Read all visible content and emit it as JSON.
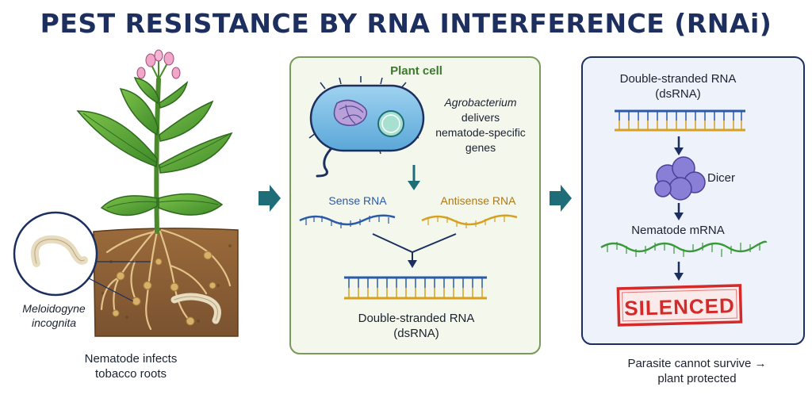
{
  "title": "PEST RESISTANCE BY RNA INTERFERENCE (RNAi)",
  "colors": {
    "title": "#1c2f5e",
    "panel_green_bg": "#f3f7ec",
    "panel_green_border": "#7a9a5a",
    "panel_blue_bg": "#eef2fb",
    "panel_blue_border": "#1c2f5e",
    "arrow_teal": "#1f6d78",
    "sense_strand": "#2a5aa8",
    "antisense_strand": "#d6a020",
    "dicer": "#8a7fd6",
    "mrna": "#3a9a3a",
    "silenced_red": "#d42a2a"
  },
  "panel1": {
    "organism_name_line1": "Meloidogyne",
    "organism_name_line2": "incognita",
    "caption_line1": "Nematode infects",
    "caption_line2": "tobacco roots",
    "icons": [
      "tobacco-plant-icon",
      "nematode-icon",
      "soil-icon"
    ]
  },
  "panel2": {
    "heading": "Plant cell",
    "agro_line1": "Agrobacterium",
    "agro_line2": "delivers",
    "agro_line3": "nematode-specific",
    "agro_line4": "genes",
    "sense_label": "Sense RNA",
    "antisense_label": "Antisense RNA",
    "dsrna_line1": "Double-stranded RNA",
    "dsrna_line2": "(dsRNA)",
    "icons": [
      "bacterium-icon",
      "arrow-down-icon"
    ]
  },
  "panel3": {
    "dsrna_line1": "Double-stranded RNA",
    "dsrna_line2": "(dsRNA)",
    "dicer_label": "Dicer",
    "mrna_label": "Nematode mRNA",
    "stamp_text": "SILENCED",
    "caption_line1": "Parasite cannot survive →",
    "caption_line2": "plant protected",
    "icons": [
      "dicer-enzyme-icon",
      "arrow-down-icon"
    ]
  }
}
